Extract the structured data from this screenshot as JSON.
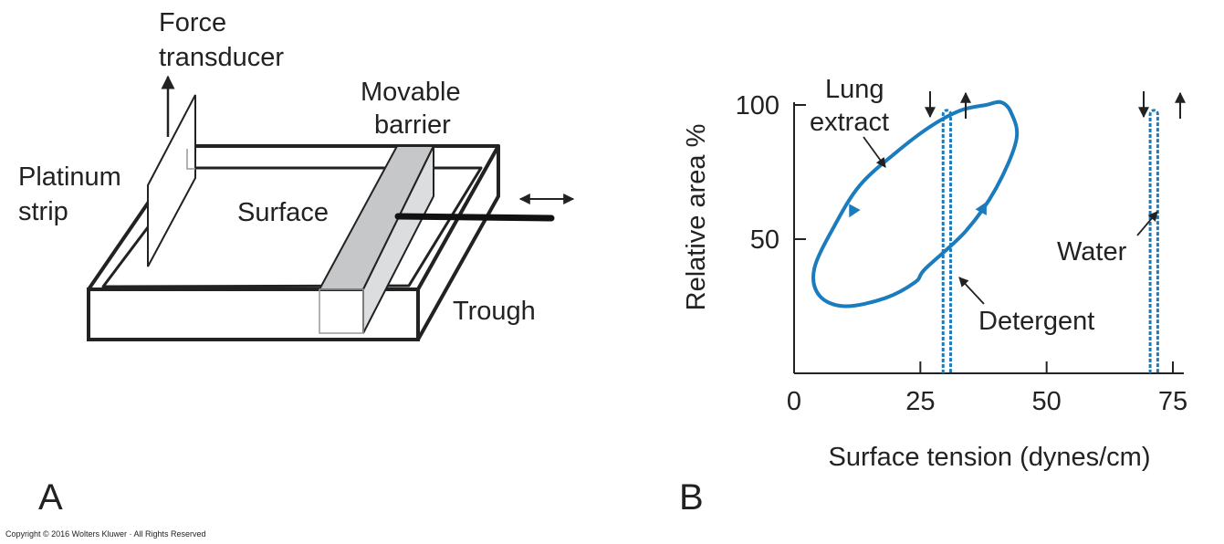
{
  "panel_a": {
    "letter": "A",
    "labels": {
      "force_line1": "Force",
      "force_line2": "transducer",
      "barrier_line1": "Movable",
      "barrier_line2": "barrier",
      "strip_line1": "Platinum",
      "strip_line2": "strip",
      "surface": "Surface",
      "trough": "Trough"
    }
  },
  "panel_b": {
    "letter": "B",
    "labels": {
      "lung_line1": "Lung",
      "lung_line2": "extract",
      "water": "Water",
      "detergent": "Detergent"
    }
  },
  "chart_data": {
    "type": "line",
    "xlabel": "Surface tension (dynes/cm)",
    "ylabel": "Relative area %",
    "xlim": [
      0,
      75
    ],
    "ylim": [
      0,
      100
    ],
    "x_ticks": [
      0,
      25,
      50,
      75
    ],
    "y_ticks": [
      50,
      100
    ],
    "series": [
      {
        "name": "Lung extract",
        "x": [
          4,
          8,
          13,
          20,
          27,
          33,
          38,
          41,
          43,
          44,
          40,
          34,
          26,
          24,
          18,
          10,
          5,
          4
        ],
        "y": [
          39,
          55,
          70,
          82,
          92,
          98,
          100,
          101,
          97,
          87,
          69,
          53,
          39,
          34,
          28,
          25,
          29,
          39
        ]
      },
      {
        "name": "Detergent",
        "x": [
          29.5,
          29.5,
          31,
          31
        ],
        "y": [
          0,
          98,
          98,
          0
        ]
      },
      {
        "name": "Water",
        "x": [
          70.5,
          70.5,
          72,
          72
        ],
        "y": [
          0,
          98,
          98,
          0
        ]
      }
    ],
    "colors": {
      "curve": "#1a7bbd",
      "axes": "#222222"
    }
  },
  "copyright": "Copyright © 2016 Wolters Kluwer · All Rights Reserved"
}
